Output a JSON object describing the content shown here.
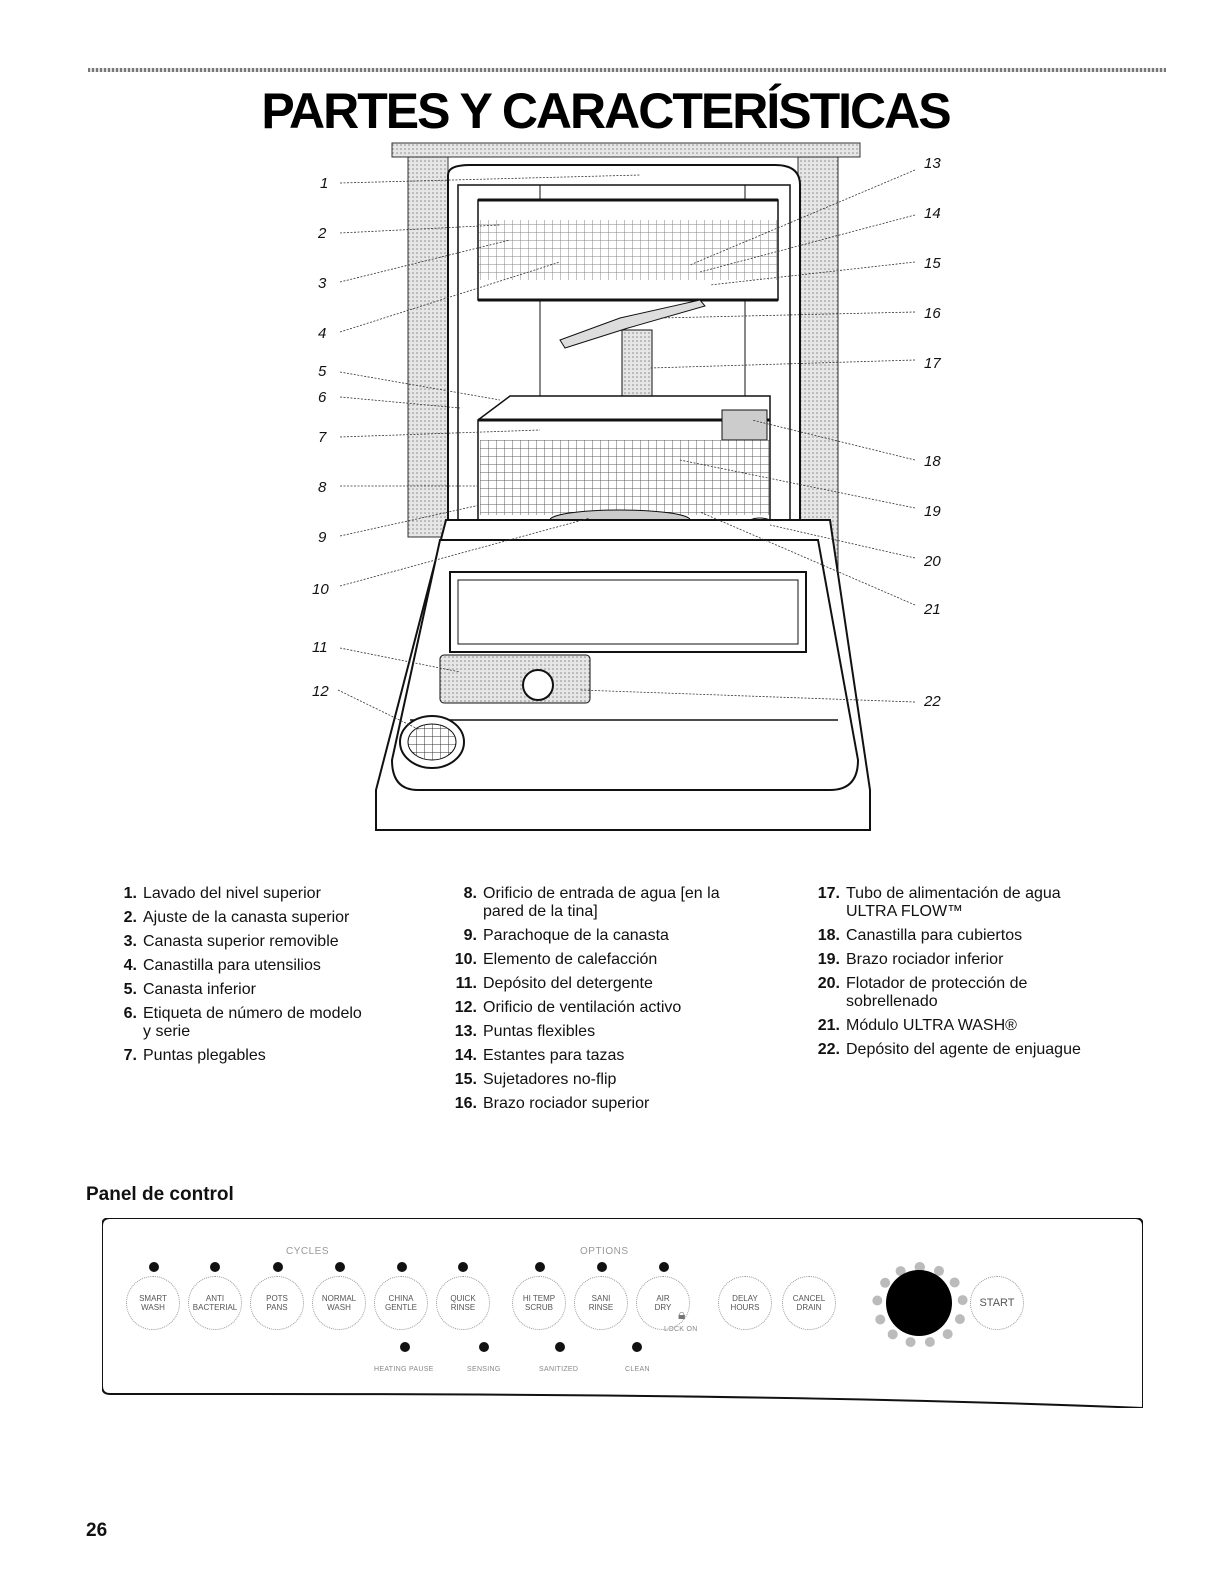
{
  "page": {
    "title": "PARTES Y CARACTERÍSTICAS",
    "page_number": "26"
  },
  "diagram": {
    "callouts": [
      "1",
      "2",
      "3",
      "4",
      "5",
      "6",
      "7",
      "8",
      "9",
      "10",
      "11",
      "12",
      "13",
      "14",
      "15",
      "16",
      "17",
      "18",
      "19",
      "20",
      "21",
      "22"
    ]
  },
  "parts": {
    "col1": [
      {
        "num": "1.",
        "text": "Lavado del nivel superior"
      },
      {
        "num": "2.",
        "text": "Ajuste de la canasta superior"
      },
      {
        "num": "3.",
        "text": "Canasta superior removible"
      },
      {
        "num": "4.",
        "text": "Canastilla para utensilios"
      },
      {
        "num": "5.",
        "text": "Canasta inferior"
      },
      {
        "num": "6.",
        "text": "Etiqueta de número de modelo y serie"
      },
      {
        "num": "7.",
        "text": "Puntas plegables"
      }
    ],
    "col2": [
      {
        "num": "8.",
        "text": "Orificio de entrada de agua [en la pared de la tina]"
      },
      {
        "num": "9.",
        "text": "Parachoque de la canasta"
      },
      {
        "num": "10.",
        "text": "Elemento de calefacción"
      },
      {
        "num": "11.",
        "text": "Depósito del detergente"
      },
      {
        "num": "12.",
        "text": "Orificio de ventilación activo"
      },
      {
        "num": "13.",
        "text": "Puntas flexibles"
      },
      {
        "num": "14.",
        "text": "Estantes para tazas"
      },
      {
        "num": "15.",
        "text": "Sujetadores no-flip"
      },
      {
        "num": "16.",
        "text": "Brazo rociador superior"
      }
    ],
    "col3": [
      {
        "num": "17.",
        "text": "Tubo de alimentación de agua ULTRA FLOW™"
      },
      {
        "num": "18.",
        "text": "Canastilla para cubiertos"
      },
      {
        "num": "19.",
        "text": "Brazo rociador inferior"
      },
      {
        "num": "20.",
        "text": "Flotador de protección de sobrellenado"
      },
      {
        "num": "21.",
        "text": "Módulo ULTRA WASH®"
      },
      {
        "num": "22.",
        "text": "Depósito del agente de enjuague"
      }
    ]
  },
  "control_panel": {
    "heading": "Panel de control",
    "cycles_label": "CYCLES",
    "options_label": "OPTIONS",
    "cycle_buttons": [
      "SMART\nWASH",
      "ANTI\nBACTERIAL",
      "POTS\nPANS",
      "NORMAL\nWASH",
      "CHINA\nGENTLE",
      "QUICK\nRINSE"
    ],
    "option_buttons": [
      "HI TEMP\nSCRUB",
      "SANI\nRINSE",
      "AIR\nDRY"
    ],
    "lock_label": "LOCK ON",
    "delay_button": "DELAY\nHOURS",
    "cancel_button": "CANCEL\nDRAIN",
    "start_button": "START",
    "indicators": [
      "HEATING PAUSE",
      "SENSING",
      "SANITIZED",
      "CLEAN"
    ]
  }
}
